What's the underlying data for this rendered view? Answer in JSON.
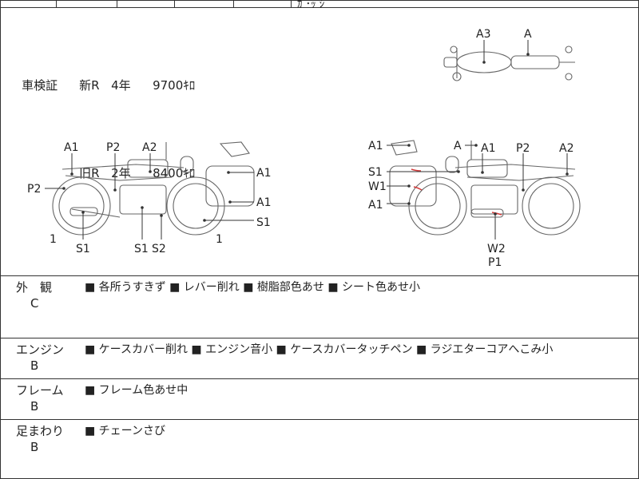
{
  "header_stub": "ｶ ･ｯ ｼ",
  "inspection": {
    "label": "車検証",
    "rows": [
      {
        "type": "新R",
        "years": "4年",
        "price": "9700ｷﾛ"
      },
      {
        "type": "旧R",
        "years": "2年",
        "price": "8400ｷﾛ"
      }
    ]
  },
  "diagram_labels": {
    "top": [
      "A3",
      "A"
    ],
    "left": [
      "A1",
      "P2",
      "A2",
      "A1",
      "P2",
      "A1",
      "S1",
      "1",
      "S1",
      "S1",
      "S2",
      "1"
    ],
    "right": [
      "A1",
      "A",
      "A1",
      "P2",
      "A2",
      "S1",
      "W1",
      "A1",
      "W2",
      "P1"
    ]
  },
  "sections": [
    {
      "name": "外　観",
      "grade": "C",
      "items": "■ 各所うすきず ■ レバー削れ ■ 樹脂部色あせ ■ シート色あせ小"
    },
    {
      "name": "エンジン",
      "grade": "B",
      "items": "■ ケースカバー削れ ■ エンジン音小 ■ ケースカバータッチペン ■ ラジエターコアへこみ小"
    },
    {
      "name": "フレーム",
      "grade": "B",
      "items": "■ フレーム色あせ中"
    },
    {
      "name": "足まわり",
      "grade": "B",
      "items": "■ チェーンさび"
    }
  ],
  "colors": {
    "mark_red": "#d23a3a",
    "line": "#333333",
    "bike": "#666666"
  }
}
